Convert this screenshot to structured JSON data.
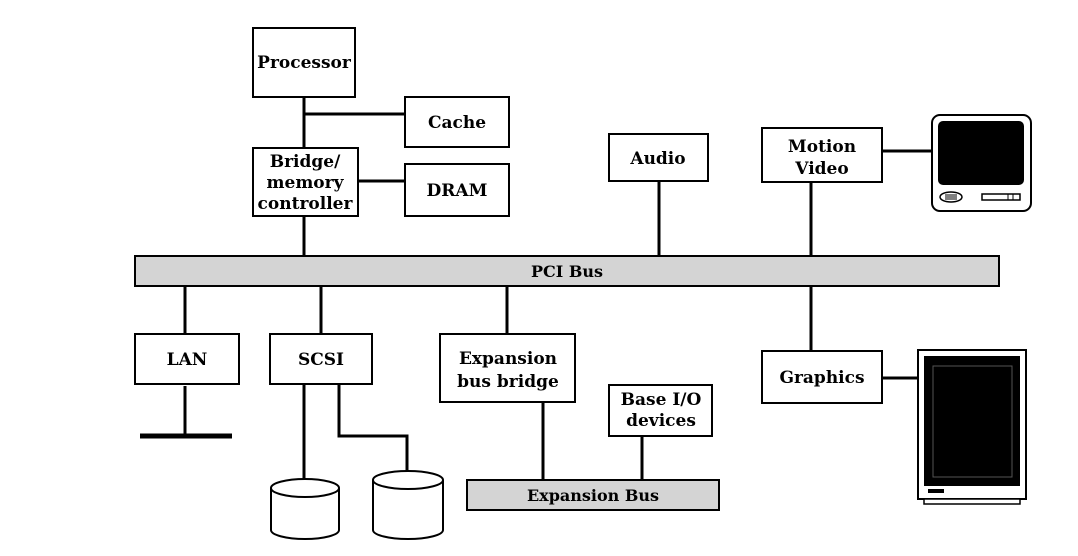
{
  "nodes": {
    "processor": "Processor",
    "cache": "Cache",
    "bridge": [
      "Bridge/",
      "memory",
      "controller"
    ],
    "dram": "DRAM",
    "audio": "Audio",
    "motion_video": [
      "Motion",
      "Video"
    ],
    "lan": "LAN",
    "scsi": "SCSI",
    "expansion_bridge": [
      "Expansion",
      "bus bridge"
    ],
    "base_io": [
      "Base I/O",
      "devices"
    ],
    "graphics": "Graphics"
  },
  "buses": {
    "pci": "PCI Bus",
    "expansion": "Expansion Bus"
  },
  "colors": {
    "bus_fill": "#d4d4d4",
    "box_fill": "#ffffff",
    "stroke": "#000000",
    "screen": "#000000"
  }
}
